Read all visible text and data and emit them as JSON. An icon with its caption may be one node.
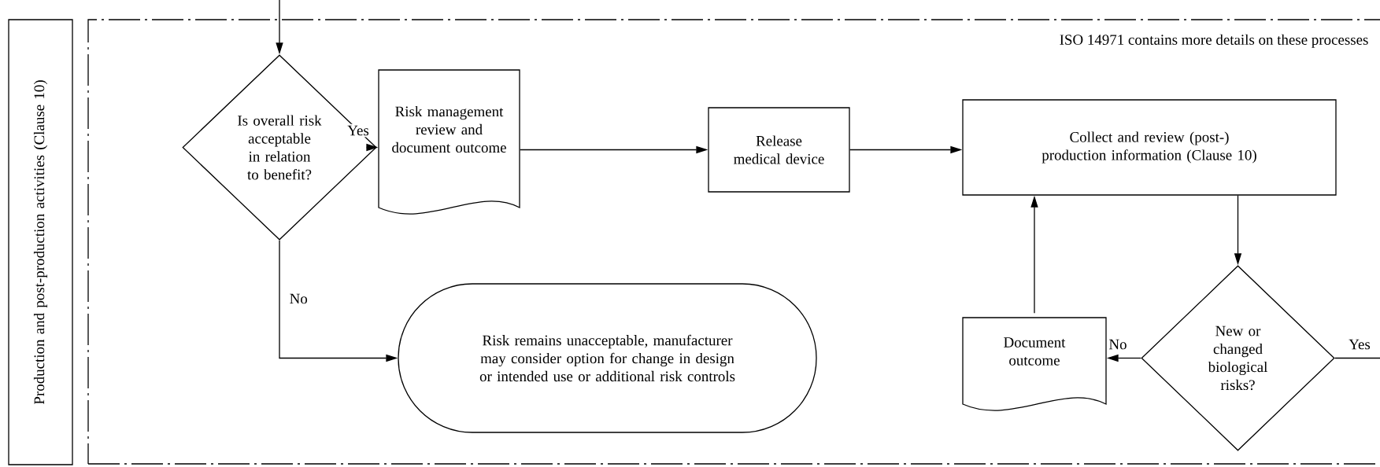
{
  "diagram": {
    "nodes": [
      {
        "text": [
          "Production and post-production activities (Clause 10)"
        ]
      },
      {
        "text": [
          "ISO 14971 contains more details on these processes"
        ]
      },
      {
        "text": [
          "Is overall risk acceptable in relation to benefit?"
        ],
        "in": 1
      },
      {
        "text": [
          "Risk management review and document outcome"
        ],
        "in": 1
      },
      {
        "text": [
          "Release medical device"
        ],
        "in": 1
      },
      {
        "text": [
          "Collect and review (post-) production information (Clause 10)"
        ],
        "in": 1
      },
      {
        "text": [
          "Risk remains unacceptable, manufacturer may consider option for change in design or intended use or additional risk controls"
        ],
        "in": 1
      },
      {
        "text": [
          "Document outcome"
        ],
        "in": 1
      },
      {
        "text": [
          "New or changed biological risks?"
        ],
        "in": 1
      }
    ],
    "edges": [
      {
        "from": null,
        "to": 2,
        "arrow": "to"
      },
      {
        "from": 2,
        "to": 3,
        "arrow": "to",
        "label": "Yes"
      },
      {
        "from": 3,
        "to": 4,
        "arrow": "to"
      },
      {
        "from": 4,
        "to": 5,
        "arrow": "to"
      },
      {
        "from": 2,
        "to": 6,
        "arrow": "to",
        "label": "No"
      },
      {
        "from": 5,
        "to": 8,
        "arrow": "to"
      },
      {
        "from": 8,
        "to": 7,
        "arrow": "to",
        "label": "No"
      },
      {
        "from": 7,
        "to": 5,
        "arrow": "to"
      },
      {
        "from": 8,
        "to": null,
        "arrow": "none",
        "label": "Yes"
      }
    ]
  }
}
